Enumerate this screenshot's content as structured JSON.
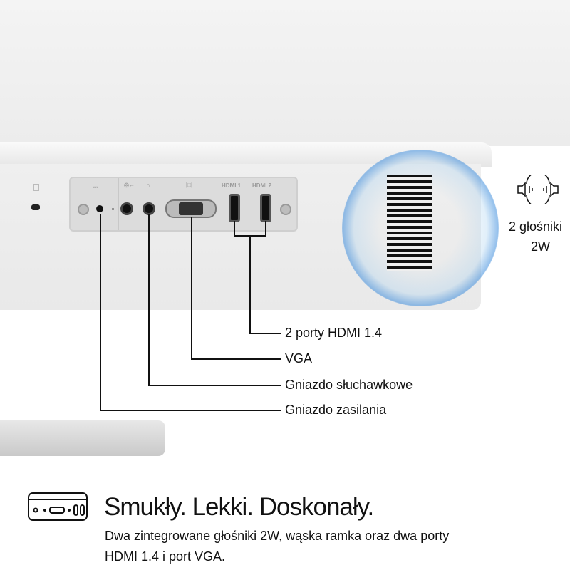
{
  "ports": {
    "hdmi1_label": "HDMI 1",
    "hdmi2_label": "HDMI 2"
  },
  "callouts": {
    "speakers_line1": "2 głośniki",
    "speakers_line2": "2W",
    "hdmi": "2 porty HDMI 1.4",
    "vga": "VGA",
    "headphone": "Gniazdo słuchawkowe",
    "power": "Gniazdo zasilania"
  },
  "feature": {
    "heading": "Smukły. Lekki. Doskonały.",
    "body_line1": "Dwa zintegrowane głośniki 2W, wąska ramka oraz dwa porty",
    "body_line2": "HDMI 1.4 i port VGA."
  },
  "colors": {
    "accent": "#3b8ede"
  }
}
